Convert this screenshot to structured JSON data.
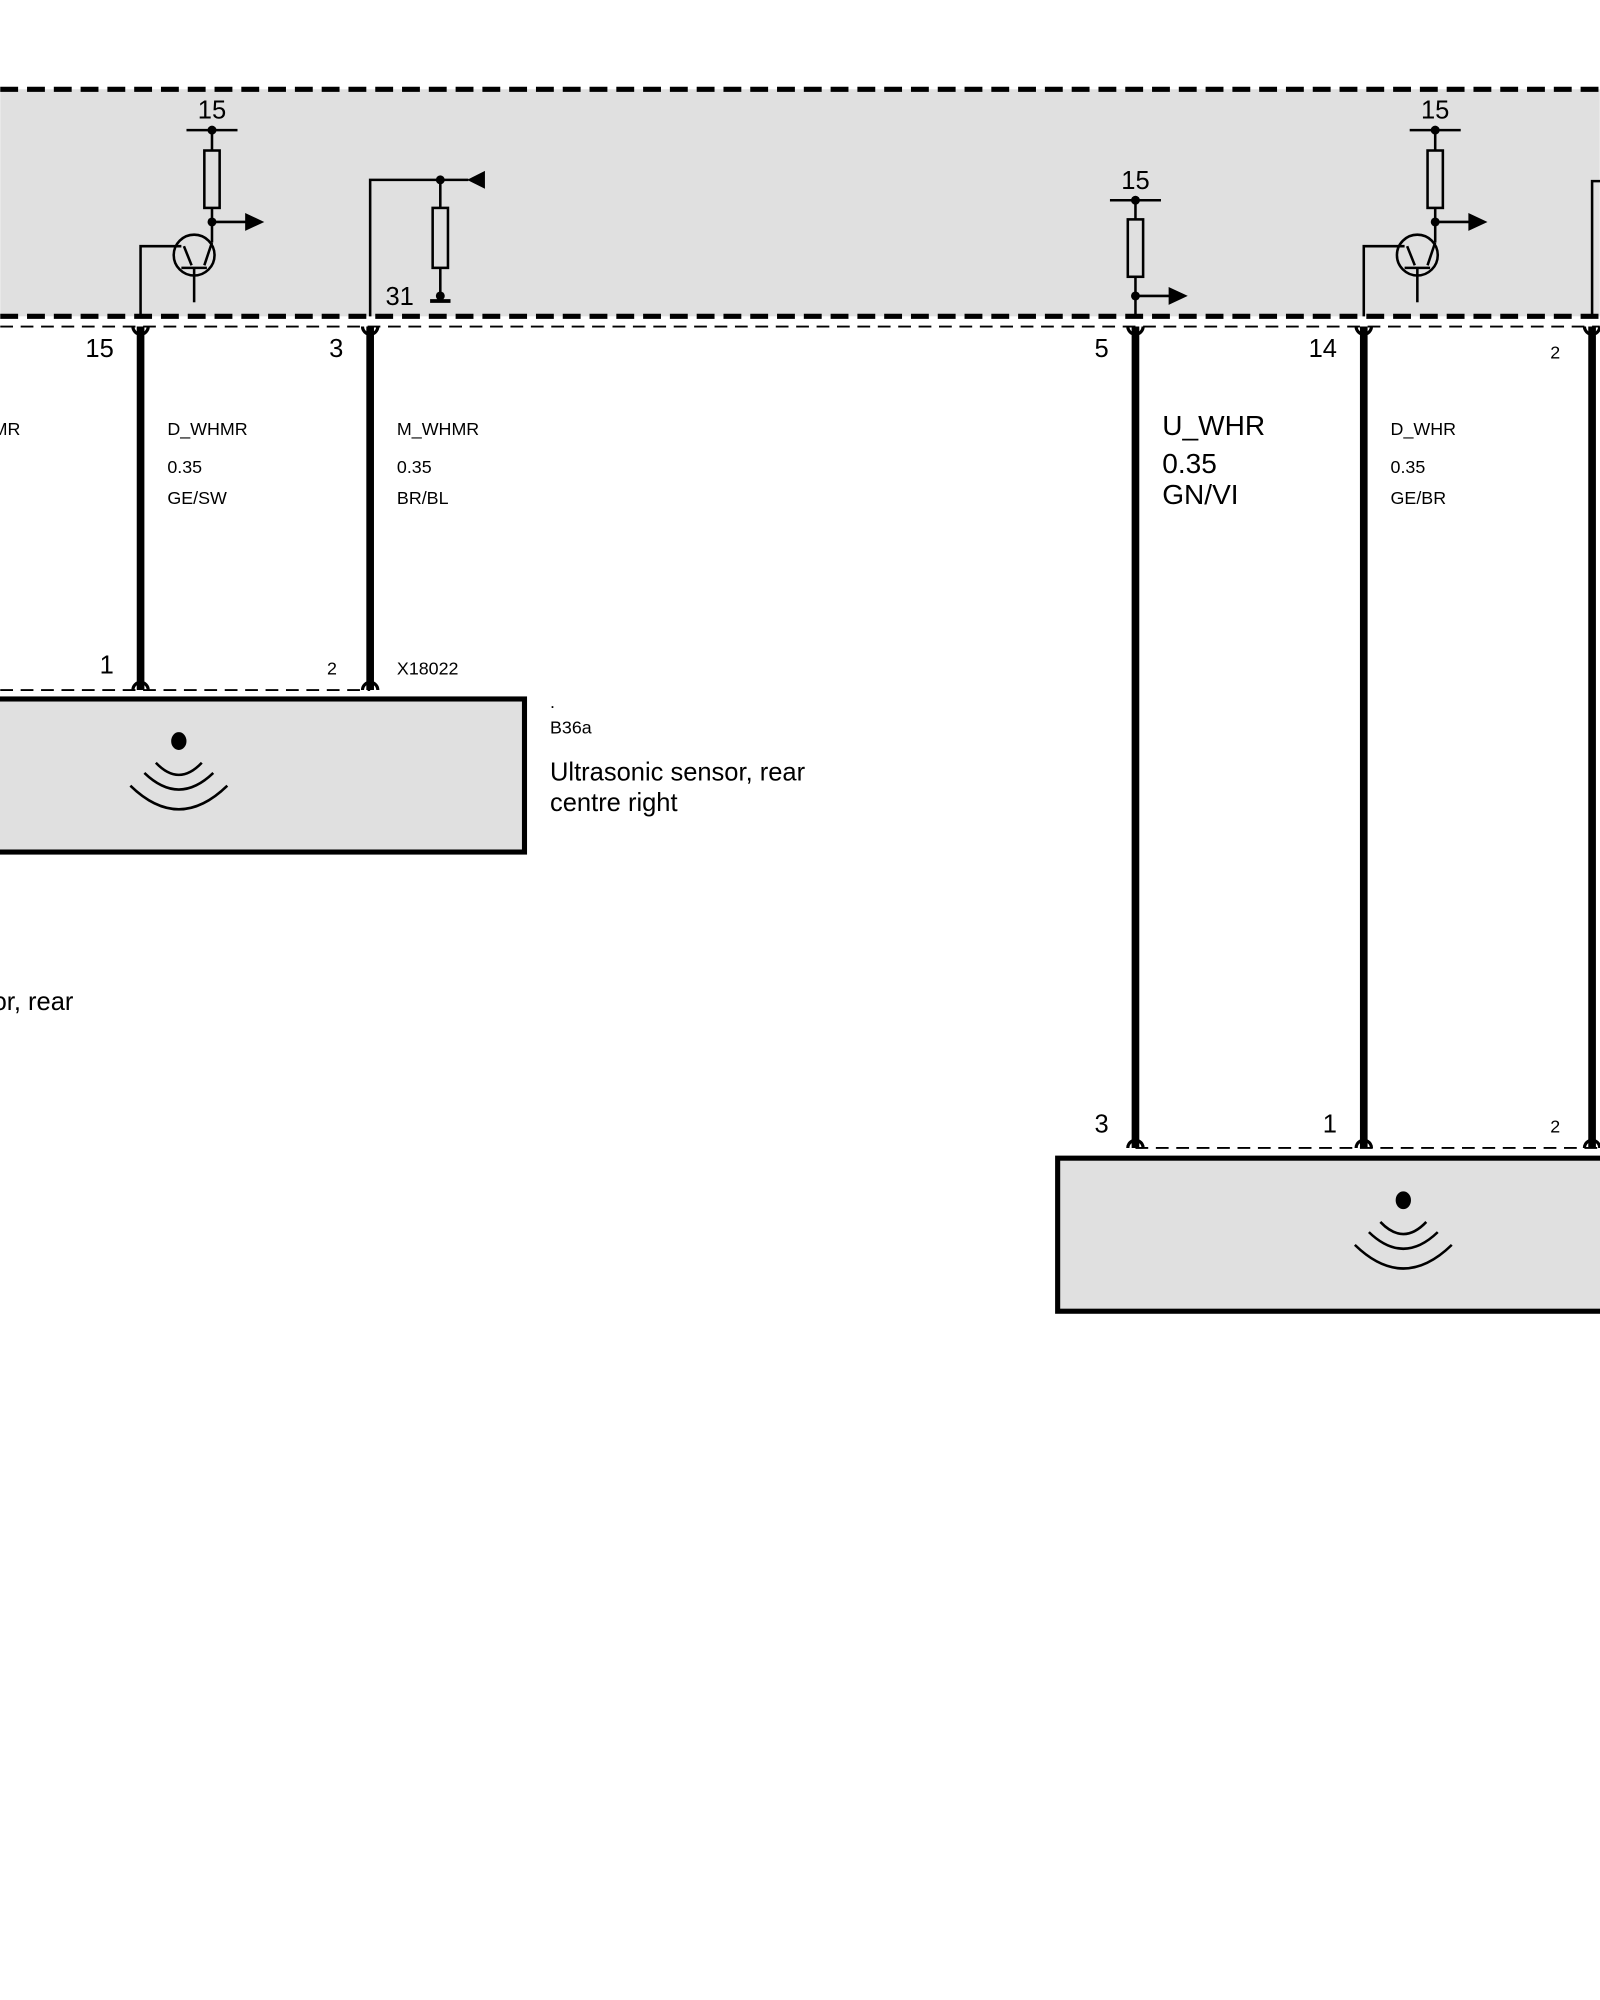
{
  "module": {
    "fill_color": "#e0e0e0",
    "supply_labels": [
      "15",
      "15",
      "15"
    ],
    "ground_label": "31",
    "pins": [
      "15",
      "3",
      "5",
      "14",
      "2"
    ]
  },
  "wires": [
    {
      "name_partial": "MR"
    },
    {
      "name": "D_WHMR",
      "size": "0.35",
      "color": "GE/SW"
    },
    {
      "name": "M_WHMR",
      "size": "0.35",
      "color": "BR/BL"
    },
    {
      "name": "U_WHR",
      "size": "0.35",
      "color": "GN/VI"
    },
    {
      "name": "D_WHR",
      "size": "0.35",
      "color": "GE/BR"
    }
  ],
  "sensor_left": {
    "pins": [
      "1",
      "2"
    ],
    "connector": "X18022",
    "dot": ".",
    "id": "B36a",
    "title_line1": "Ultrasonic sensor, rear",
    "title_line2": "centre right"
  },
  "partial_label": "or, rear",
  "sensor_right": {
    "pins": [
      "3",
      "1",
      "2"
    ]
  }
}
